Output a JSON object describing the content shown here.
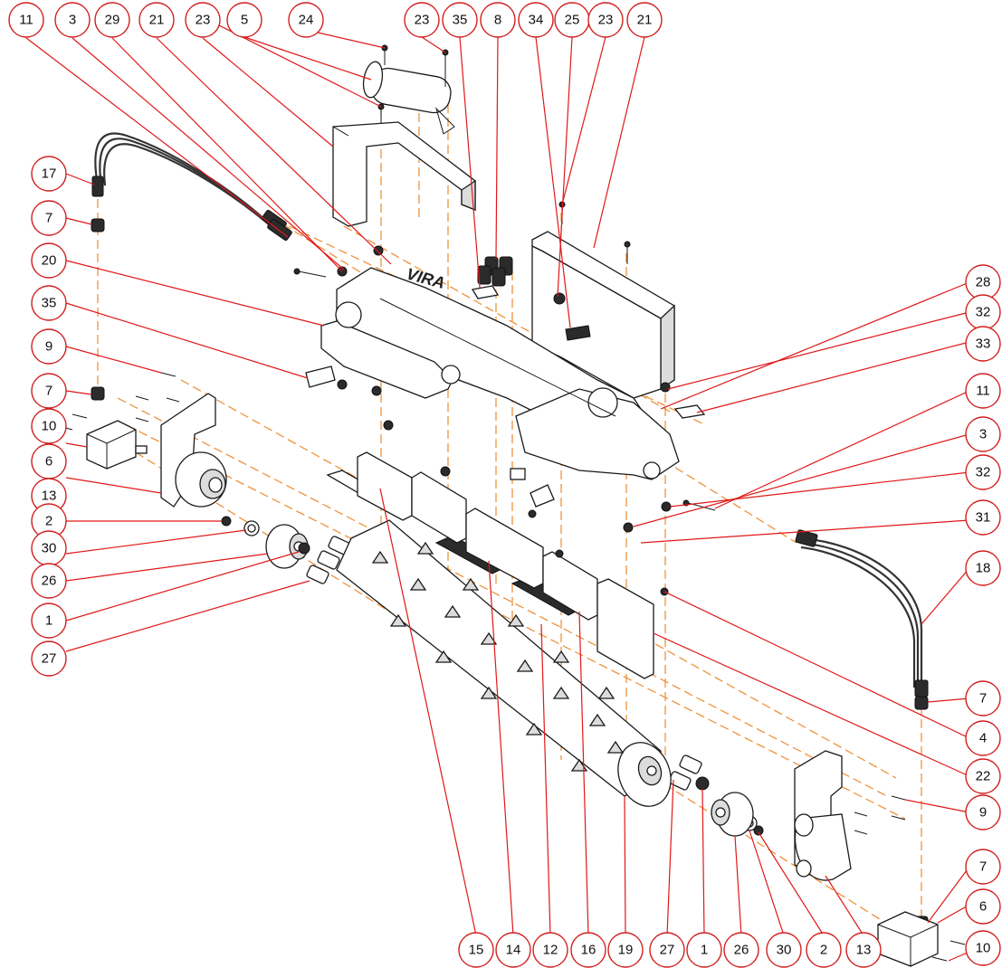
{
  "diagram": {
    "logo_text": "VIRA",
    "callouts": [
      {
        "id": "c-top-11",
        "label": "11"
      },
      {
        "id": "c-top-3",
        "label": "3"
      },
      {
        "id": "c-top-29",
        "label": "29"
      },
      {
        "id": "c-top-21a",
        "label": "21"
      },
      {
        "id": "c-top-23a",
        "label": "23"
      },
      {
        "id": "c-top-5",
        "label": "5"
      },
      {
        "id": "c-top-24",
        "label": "24"
      },
      {
        "id": "c-top-23b",
        "label": "23"
      },
      {
        "id": "c-top-35",
        "label": "35"
      },
      {
        "id": "c-top-8",
        "label": "8"
      },
      {
        "id": "c-top-34",
        "label": "34"
      },
      {
        "id": "c-top-25",
        "label": "25"
      },
      {
        "id": "c-top-23c",
        "label": "23"
      },
      {
        "id": "c-top-21b",
        "label": "21"
      },
      {
        "id": "c-left-17",
        "label": "17"
      },
      {
        "id": "c-left-7a",
        "label": "7"
      },
      {
        "id": "c-left-20",
        "label": "20"
      },
      {
        "id": "c-left-35",
        "label": "35"
      },
      {
        "id": "c-left-9",
        "label": "9"
      },
      {
        "id": "c-left-7b",
        "label": "7"
      },
      {
        "id": "c-left-10",
        "label": "10"
      },
      {
        "id": "c-left-6",
        "label": "6"
      },
      {
        "id": "c-left-13",
        "label": "13"
      },
      {
        "id": "c-left-2",
        "label": "2"
      },
      {
        "id": "c-left-30",
        "label": "30"
      },
      {
        "id": "c-left-26",
        "label": "26"
      },
      {
        "id": "c-left-1",
        "label": "1"
      },
      {
        "id": "c-left-27",
        "label": "27"
      },
      {
        "id": "c-right-28",
        "label": "28"
      },
      {
        "id": "c-right-32a",
        "label": "32"
      },
      {
        "id": "c-right-33",
        "label": "33"
      },
      {
        "id": "c-right-11",
        "label": "11"
      },
      {
        "id": "c-right-3",
        "label": "3"
      },
      {
        "id": "c-right-32b",
        "label": "32"
      },
      {
        "id": "c-right-31",
        "label": "31"
      },
      {
        "id": "c-right-18",
        "label": "18"
      },
      {
        "id": "c-right-7a",
        "label": "7"
      },
      {
        "id": "c-right-4",
        "label": "4"
      },
      {
        "id": "c-right-22",
        "label": "22"
      },
      {
        "id": "c-right-9",
        "label": "9"
      },
      {
        "id": "c-right-7b",
        "label": "7"
      },
      {
        "id": "c-right-6",
        "label": "6"
      },
      {
        "id": "c-right-10",
        "label": "10"
      },
      {
        "id": "c-bot-15",
        "label": "15"
      },
      {
        "id": "c-bot-14",
        "label": "14"
      },
      {
        "id": "c-bot-12",
        "label": "12"
      },
      {
        "id": "c-bot-16",
        "label": "16"
      },
      {
        "id": "c-bot-19",
        "label": "19"
      },
      {
        "id": "c-bot-27",
        "label": "27"
      },
      {
        "id": "c-bot-1",
        "label": "1"
      },
      {
        "id": "c-bot-26",
        "label": "26"
      },
      {
        "id": "c-bot-30",
        "label": "30"
      },
      {
        "id": "c-bot-2",
        "label": "2"
      },
      {
        "id": "c-bot-13",
        "label": "13"
      }
    ],
    "colors": {
      "callout_stroke": "#d11f1f",
      "leader_line": "#e01818",
      "center_line": "#ee8a2c",
      "part_outline": "#1a1a1a"
    }
  }
}
